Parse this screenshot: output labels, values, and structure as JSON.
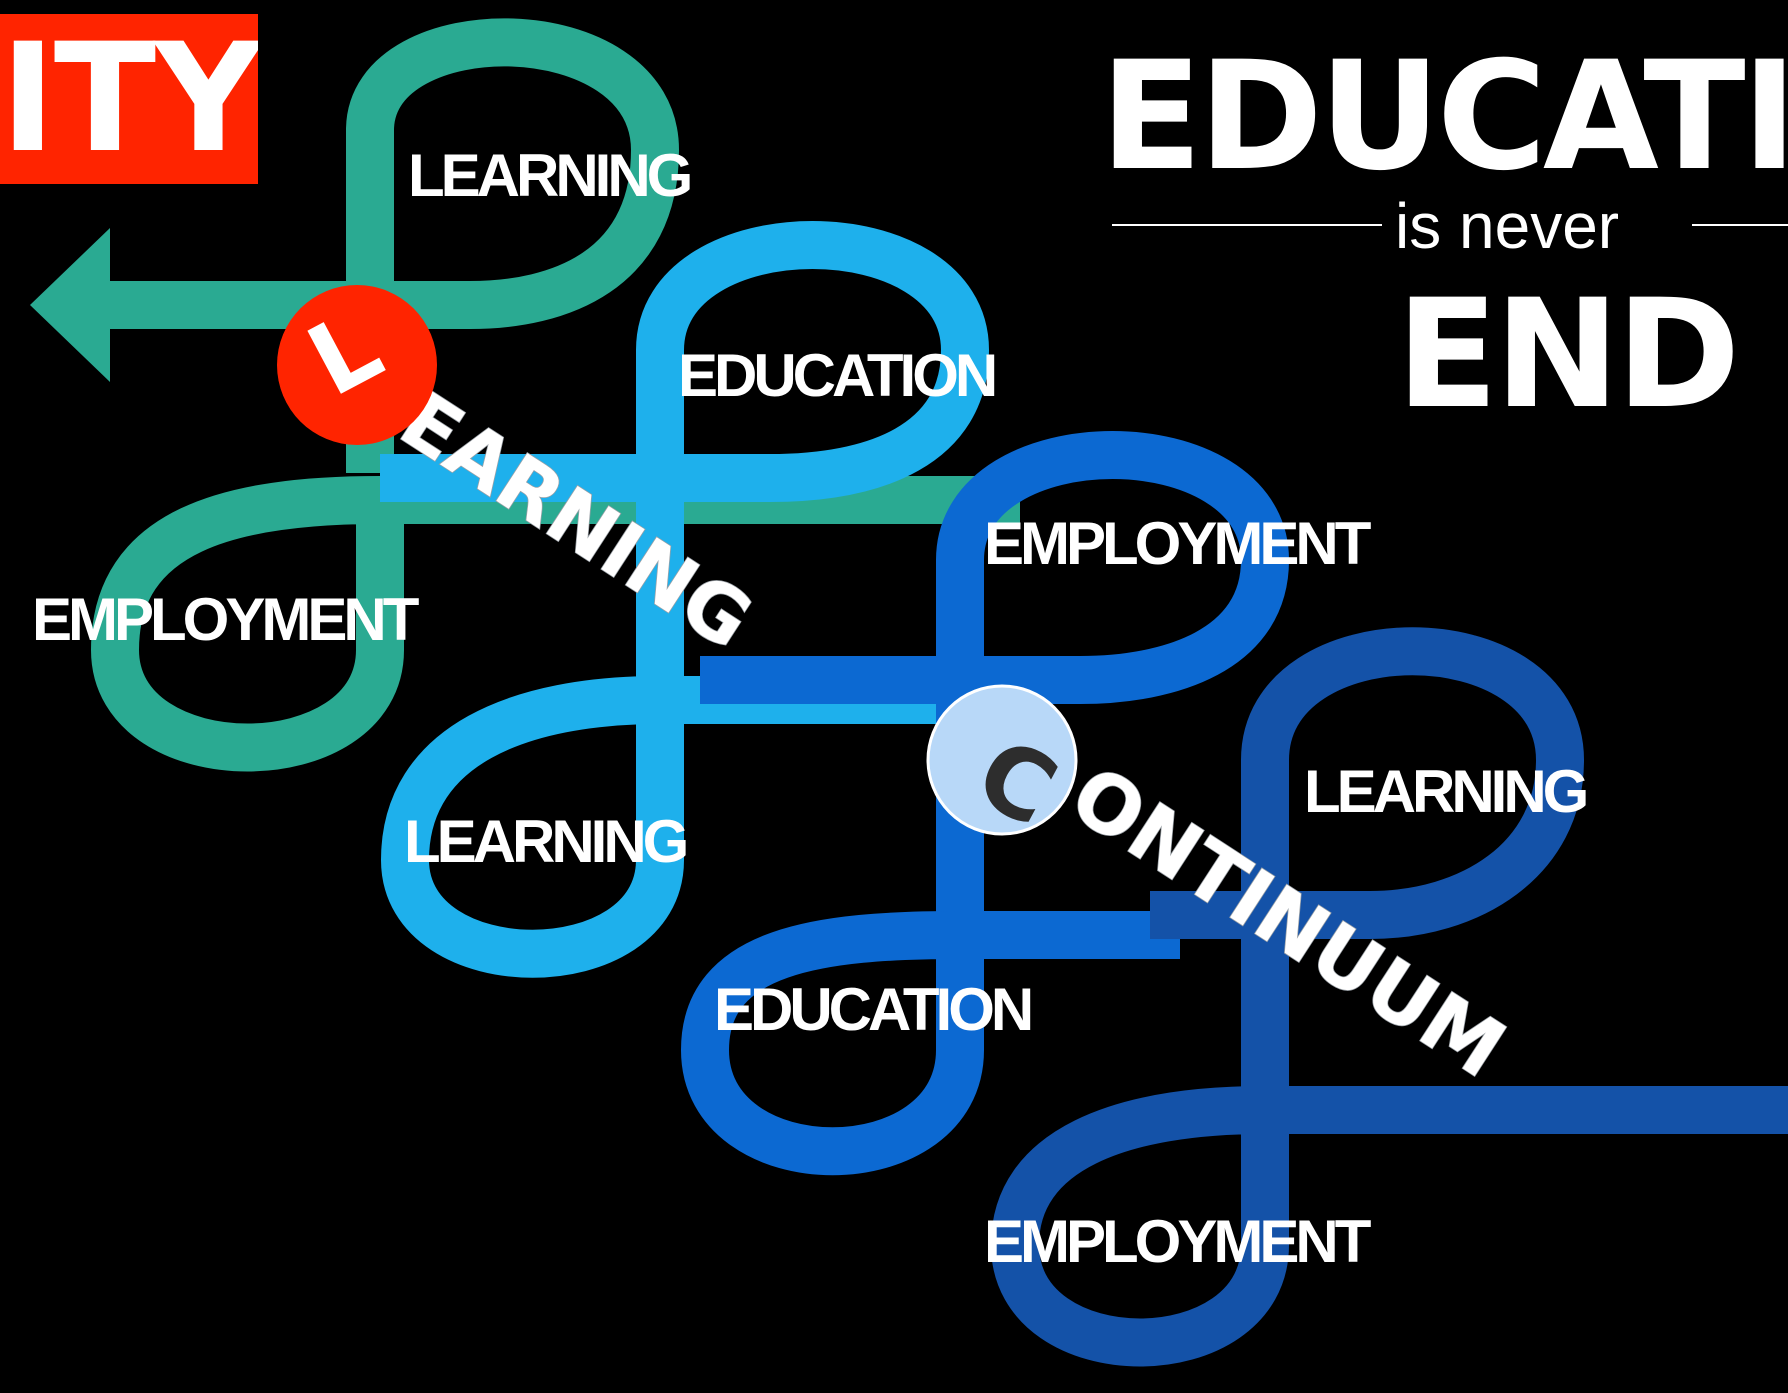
{
  "banner": {
    "text": "ITY"
  },
  "headline": {
    "main": "EDUCATIO",
    "sub": "is never",
    "end": "END"
  },
  "badges": {
    "first": "L",
    "second": "C"
  },
  "ribbon": {
    "word1": "EARNING",
    "word2": "ONTINUUM"
  },
  "loops": [
    {
      "color": "#2aaa92",
      "top_label": "LEARNING",
      "bottom_label": "EMPLOYMENT"
    },
    {
      "color": "#1eb0ec",
      "top_label": "EDUCATION",
      "bottom_label": "LEARNING"
    },
    {
      "color": "#0c69d2",
      "top_label": "EMPLOYMENT",
      "bottom_label": "EDUCATION"
    },
    {
      "color": "#1452a8",
      "top_label": "LEARNING",
      "bottom_label": "EMPLOYMENT"
    }
  ],
  "colors": {
    "background": "#000000",
    "banner": "#ff2400",
    "badge_red": "#ff2400",
    "badge_light": "#b8d8f8",
    "badge_c_letter": "#2d2d2d",
    "text": "#ffffff"
  }
}
